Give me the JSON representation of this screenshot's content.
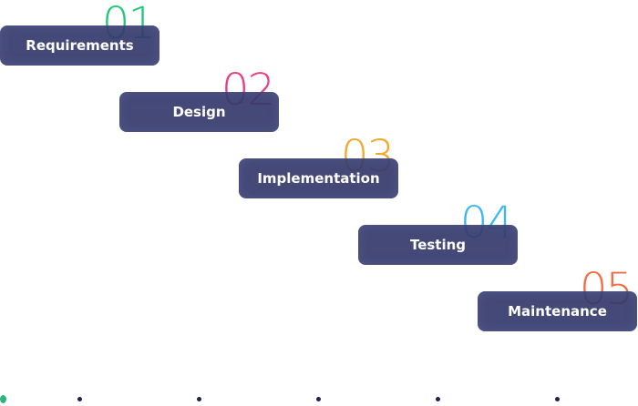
{
  "steps": [
    {
      "number": "01",
      "label": "Requirements",
      "color": "#22c77a"
    },
    {
      "number": "02",
      "label": "Design",
      "color": "#ec3a84"
    },
    {
      "number": "03",
      "label": "Implementation",
      "color": "#f0a92c"
    },
    {
      "number": "04",
      "label": "Testing",
      "color": "#3ab8ef"
    },
    {
      "number": "05",
      "label": "Maintenance",
      "color": "#f26c44"
    }
  ],
  "timeline": {
    "dot_count": 6,
    "active_color": "#2fb57c",
    "inactive_color": "#1c2350"
  }
}
